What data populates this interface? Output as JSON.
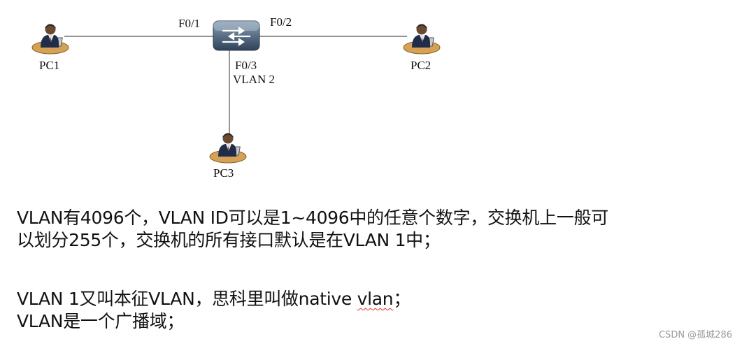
{
  "topology": {
    "pcs": [
      {
        "name": "PC1"
      },
      {
        "name": "PC2"
      },
      {
        "name": "PC3"
      }
    ],
    "switch": {
      "icon": "switch-icon"
    },
    "ports": {
      "f01": "F0/1",
      "f02": "F0/2",
      "f03": "F0/3",
      "f03_vlan": "VLAN 2"
    },
    "colors": {
      "link": "#555555",
      "switch_body": "#5a6f86",
      "person": "#1f2d4a",
      "desk": "#d4a157"
    }
  },
  "notes": {
    "p1_line1": "VLAN有4096个，VLAN ID可以是1~4096中的任意个数字，交换机上一般可",
    "p1_line2": "以划分255个，交换机的所有接口默认是在VLAN 1中；",
    "p2_line1_prefix": "VLAN 1又叫本征VLAN，思科里叫做native ",
    "p2_line1_squiggle": "vlan",
    "p2_line1_suffix": "；",
    "p2_line2": "VLAN是一个广播域；"
  },
  "watermark": "CSDN @孤城286"
}
